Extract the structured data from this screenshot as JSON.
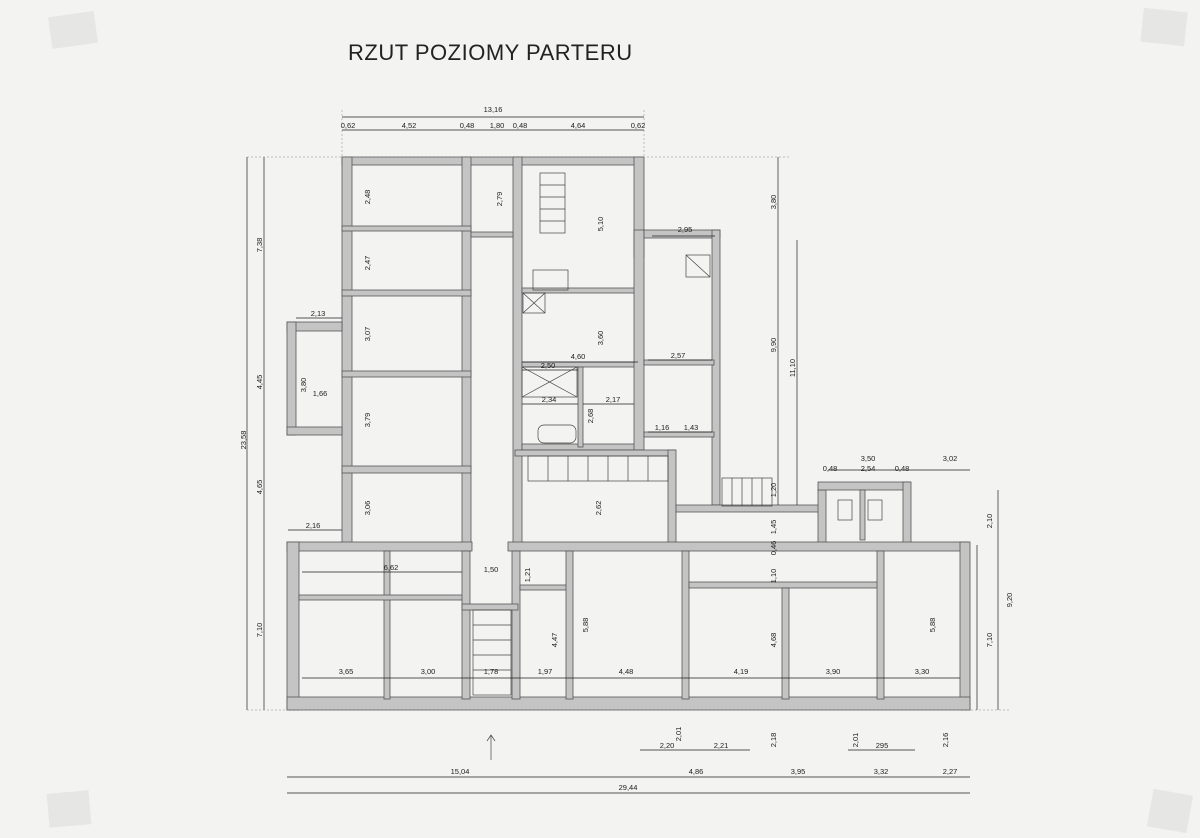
{
  "title": "RZUT POZIOMY PARTERU",
  "colors": {
    "wall": "#c4c4c4",
    "line": "#222222",
    "paper": "#f3f3f1"
  },
  "dimensions": {
    "top_total": "13,16",
    "top": [
      "0,62",
      "4,52",
      "0,48",
      "1,80",
      "0,48",
      "4,64",
      "0,62"
    ],
    "left_main": "23,58",
    "left_parts": [
      "7,38",
      "4,45",
      "4,65",
      "7,10"
    ],
    "north_rooms": [
      "2,48",
      "2,47",
      "3,07",
      "3,79",
      "3,06"
    ],
    "north_misc": [
      "2,79",
      "5,10",
      "3,80",
      "3,60",
      "4,60",
      "2,50",
      "2,34",
      "2,68",
      "2,17",
      "2,95",
      "2,57",
      "1,16",
      "1,43",
      "9,90",
      "11,10",
      "2,62",
      "1,20",
      "1,45",
      "0,46",
      "1,10"
    ],
    "west_wing": [
      "2,13",
      "3,80",
      "1,66",
      "2,16"
    ],
    "south_widths": [
      "6,62",
      "3,65",
      "3,00",
      "1,50",
      "1,78",
      "1,21",
      "1,97",
      "4,48",
      "4,19",
      "3,90",
      "3,30"
    ],
    "south_heights": [
      "4,47",
      "5,88",
      "4,68",
      "5,88"
    ],
    "right_block": [
      "3,50",
      "0,48",
      "2,54",
      "0,48",
      "3,02",
      "2,10",
      "9,20",
      "7,10",
      "2,16"
    ],
    "porch": [
      "2,01",
      "2,20",
      "2,21",
      "2,18",
      "2,01",
      "295"
    ],
    "bottom": [
      "15,04",
      "4,86",
      "3,95",
      "3,32",
      "2,27"
    ],
    "bottom_total": "29,44",
    "misc": [
      "0,62",
      "0,48"
    ]
  }
}
